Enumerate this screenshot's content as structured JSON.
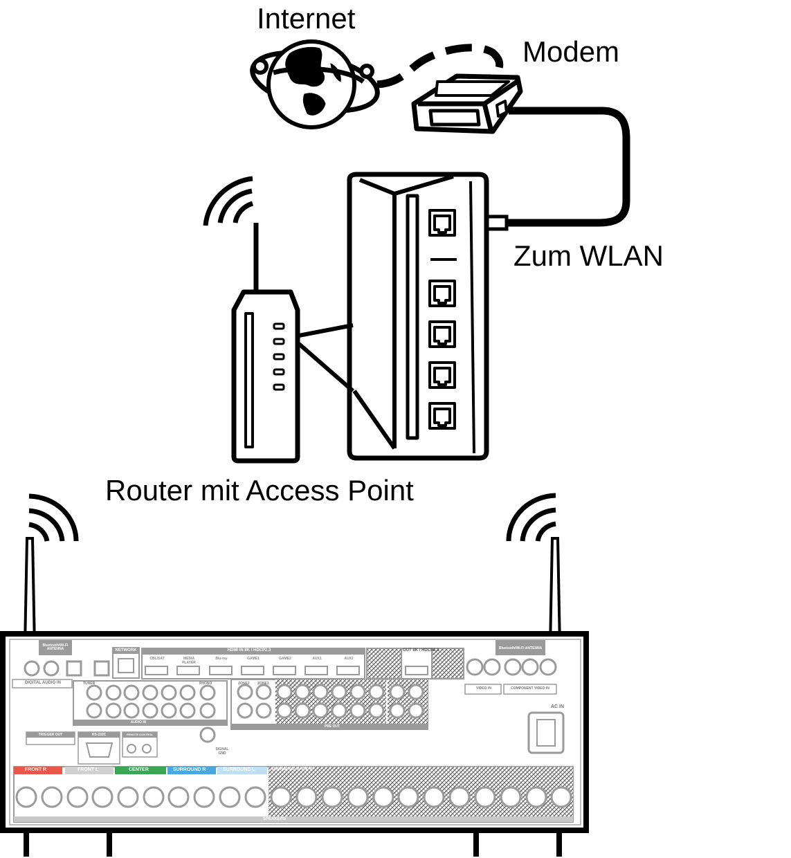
{
  "labels": {
    "internet": "Internet",
    "modem": "Modem",
    "wlan": "Zum WLAN",
    "router": "Router mit Access Point"
  },
  "receiver": {
    "bt_antenna_left": "Bluetooth/Wi-Fi ANTENNA",
    "bt_antenna_right": "Bluetooth/Wi-Fi ANTENNA",
    "network": "NETWORK",
    "hdmi_in": "HDMI IN 8K / HDCP2.3",
    "hdmi_out": "OUT 8K / HDCP2.3",
    "hdmi_inputs": [
      "CBL/SAT",
      "MEDIA PLAYER",
      "Blu-ray",
      "GAME1",
      "GAME2",
      "AUX1",
      "AUX2"
    ],
    "digital_audio": "DIGITAL AUDIO IN",
    "audio_in": "AUDIO IN",
    "tuner": "TUNER",
    "phono": "PHONO",
    "pre_out": "PRE OUT",
    "zone2": "ZONE2",
    "zone3": "ZONE3",
    "video": "VIDEO IN",
    "component_video": "COMPONENT VIDEO IN",
    "trigger_out": "TRIGGER OUT",
    "rs232c": "RS-232C",
    "remote_control": "REMOTE CONTROL",
    "signal_gnd": "SIGNAL GND",
    "ac_in": "AC IN",
    "speakers": "SPEAKERS",
    "speaker_groups": [
      "FRONT R",
      "FRONT L",
      "CENTER",
      "SURROUND R",
      "SURROUND L",
      "SURROUND BACK R"
    ]
  },
  "colors": {
    "line": "#000000",
    "front": "#e8574a",
    "center": "#3aa655",
    "surround": "#4aa8e0",
    "speaker_panel": "#c8c8c8",
    "panel_gray": "#9a9a9a"
  }
}
